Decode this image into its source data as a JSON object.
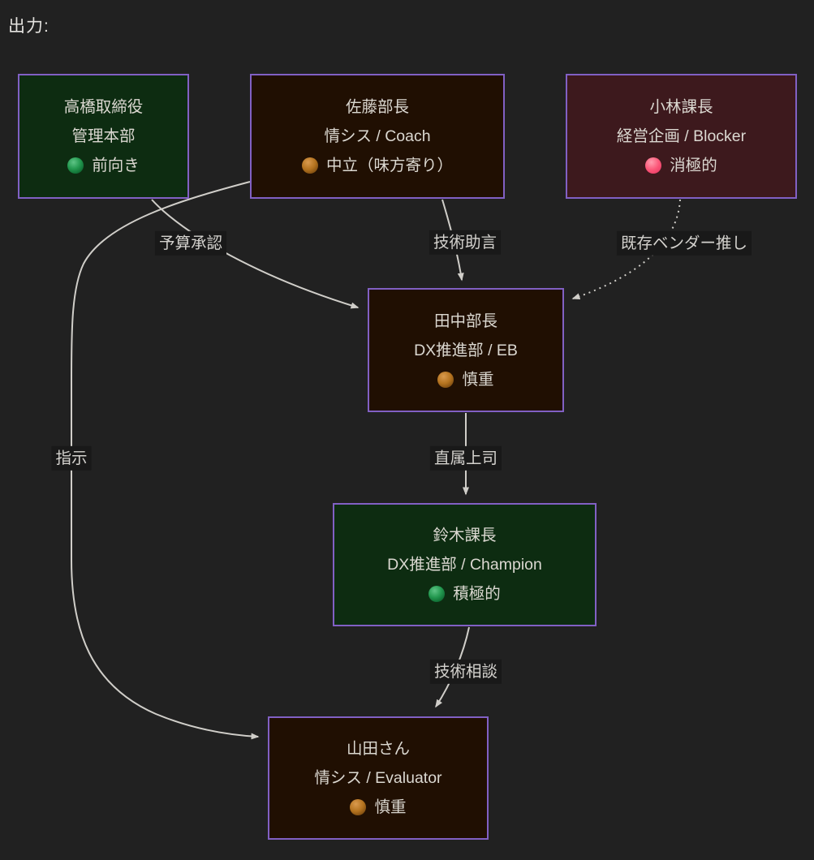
{
  "page": {
    "title": "出力:"
  },
  "colors": {
    "background": "#212121",
    "node_border": "#8160c4",
    "node_fill_positive": "#0d2c11",
    "node_fill_caution": "#200f02",
    "node_fill_blocker": "#3d191d",
    "edge_line": "#d0cec9",
    "edge_label_bg": "#191919",
    "text": "#dbd8d1",
    "dot_green": "#23984f",
    "dot_orange": "#b4731f",
    "dot_red": "#fb5577"
  },
  "nodes": [
    {
      "id": "takahashi",
      "name": "高橋取締役",
      "dept_role": "管理本部",
      "stance": "前向き",
      "dot": "green"
    },
    {
      "id": "sato",
      "name": "佐藤部長",
      "dept_role": "情シス / Coach",
      "stance": "中立（味方寄り）",
      "dot": "orange"
    },
    {
      "id": "kobayashi",
      "name": "小林課長",
      "dept_role": "経営企画 / Blocker",
      "stance": "消極的",
      "dot": "red"
    },
    {
      "id": "tanaka",
      "name": "田中部長",
      "dept_role": "DX推進部 / EB",
      "stance": "慎重",
      "dot": "orange"
    },
    {
      "id": "suzuki",
      "name": "鈴木課長",
      "dept_role": "DX推進部 / Champion",
      "stance": "積極的",
      "dot": "green"
    },
    {
      "id": "yamada",
      "name": "山田さん",
      "dept_role": "情シス / Evaluator",
      "stance": "慎重",
      "dot": "orange"
    }
  ],
  "edges": [
    {
      "from": "takahashi",
      "to": "tanaka",
      "label": "予算承認",
      "style": "solid"
    },
    {
      "from": "sato",
      "to": "tanaka",
      "label": "技術助言",
      "style": "solid"
    },
    {
      "from": "kobayashi",
      "to": "tanaka",
      "label": "既存ベンダー推し",
      "style": "dotted"
    },
    {
      "from": "tanaka",
      "to": "suzuki",
      "label": "直属上司",
      "style": "solid"
    },
    {
      "from": "suzuki",
      "to": "yamada",
      "label": "技術相談",
      "style": "solid"
    },
    {
      "from": "sato",
      "to": "yamada",
      "label": "指示",
      "style": "solid"
    }
  ]
}
